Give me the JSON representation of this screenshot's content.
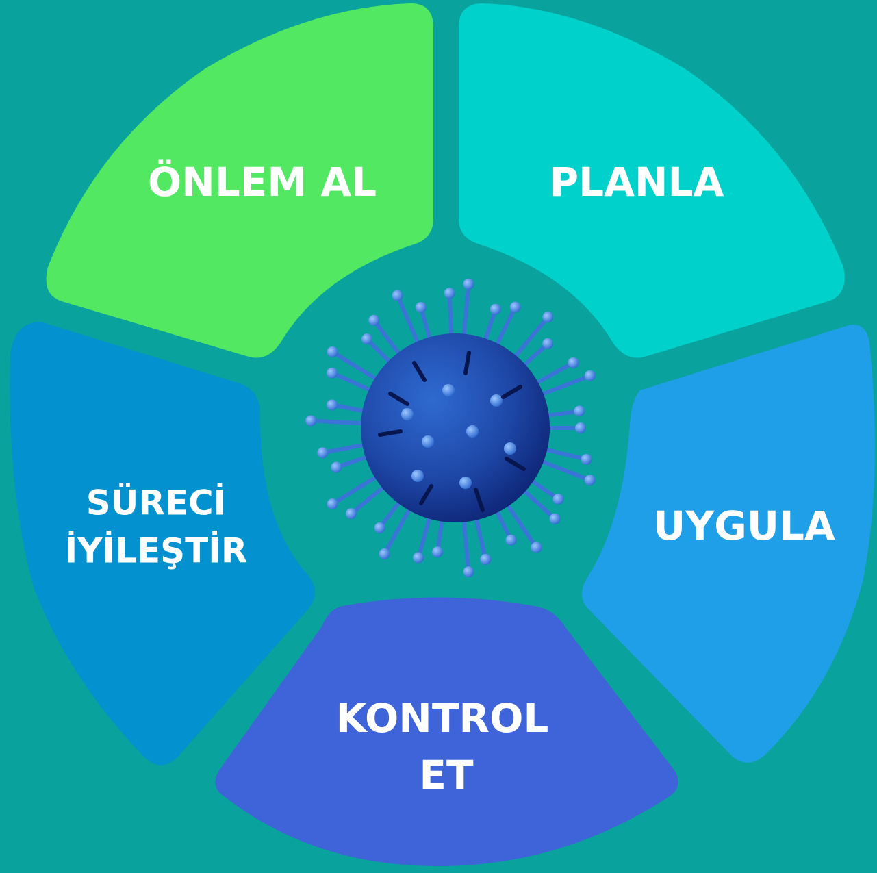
{
  "colors": {
    "background": "#0aa29c",
    "segment_onlem": "#52e862",
    "segment_planla": "#00d1ca",
    "segment_uygula": "#1f9fe8",
    "segment_kontrol": "#3f63d8",
    "segment_sureci": "#0391cf",
    "text": "#ffffff",
    "virus_core": "#1f4fb0",
    "virus_dark": "#0a1d6b",
    "virus_spike": "#4a86e0"
  },
  "segments": [
    {
      "id": "onlem",
      "lines": [
        "ÖNLEM AL"
      ]
    },
    {
      "id": "planla",
      "lines": [
        "PLANLA"
      ]
    },
    {
      "id": "uygula",
      "lines": [
        "UYGULA"
      ]
    },
    {
      "id": "kontrol",
      "lines": [
        "KONTROL",
        "ET"
      ]
    },
    {
      "id": "sureci",
      "lines": [
        "SÜRECİ",
        "İYİLEŞTİR"
      ]
    }
  ],
  "center": {
    "icon": "virus-icon"
  }
}
